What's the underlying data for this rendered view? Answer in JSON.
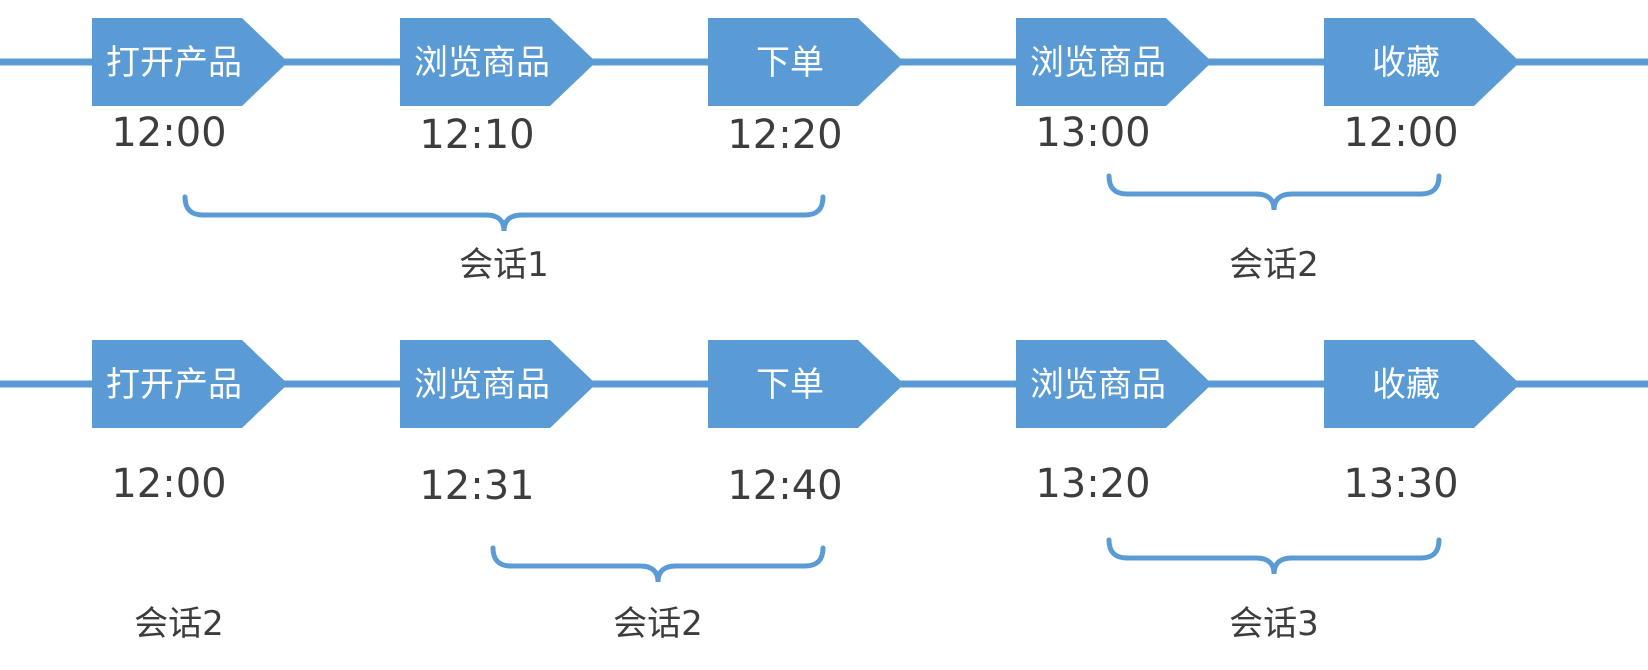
{
  "colors": {
    "accent": "#5b9bd5",
    "text": "#3d3d3d",
    "box_text": "#ffffff"
  },
  "rows": [
    {
      "steps": [
        {
          "label": "打开产品",
          "time": "12:00"
        },
        {
          "label": "浏览商品",
          "time": "12:10"
        },
        {
          "label": "下单",
          "time": "12:20"
        },
        {
          "label": "浏览商品",
          "time": "13:00"
        },
        {
          "label": "收藏",
          "time": "12:00"
        }
      ],
      "sessions": [
        {
          "label": "会话1",
          "from_step": 0,
          "to_step": 2,
          "bracket": true
        },
        {
          "label": "会话2",
          "from_step": 3,
          "to_step": 4,
          "bracket": true
        }
      ]
    },
    {
      "steps": [
        {
          "label": "打开产品",
          "time": "12:00"
        },
        {
          "label": "浏览商品",
          "time": "12:31"
        },
        {
          "label": "下单",
          "time": "12:40"
        },
        {
          "label": "浏览商品",
          "time": "13:20"
        },
        {
          "label": "收藏",
          "time": "13:30"
        }
      ],
      "sessions": [
        {
          "label": "会话2",
          "from_step": 0,
          "to_step": 0,
          "bracket": false
        },
        {
          "label": "会话2",
          "from_step": 1,
          "to_step": 2,
          "bracket": true
        },
        {
          "label": "会话3",
          "from_step": 3,
          "to_step": 4,
          "bracket": true
        }
      ]
    }
  ]
}
